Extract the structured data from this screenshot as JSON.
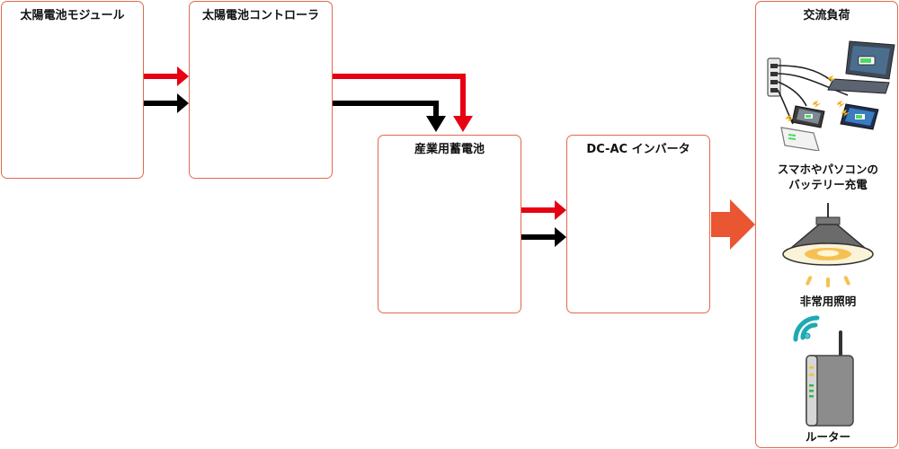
{
  "blocks": {
    "solar_module": {
      "title": "太陽電池モジュール"
    },
    "solar_controller": {
      "title": "太陽電池コントローラ"
    },
    "industrial_battery": {
      "title": "産業用蓄電池"
    },
    "inverter": {
      "title": "DC-AC インバータ"
    },
    "ac_load": {
      "title": "交流負荷"
    }
  },
  "loads": [
    {
      "label_line1": "スマホやパソコンの",
      "label_line2": "バッテリー充電"
    },
    {
      "label": "非常用照明"
    },
    {
      "label": "ルーター"
    }
  ],
  "colors": {
    "box_border": "#e06a4e",
    "positive_wire": "#e60012",
    "negative_wire": "#000000",
    "output_arrow": "#ea5532"
  }
}
